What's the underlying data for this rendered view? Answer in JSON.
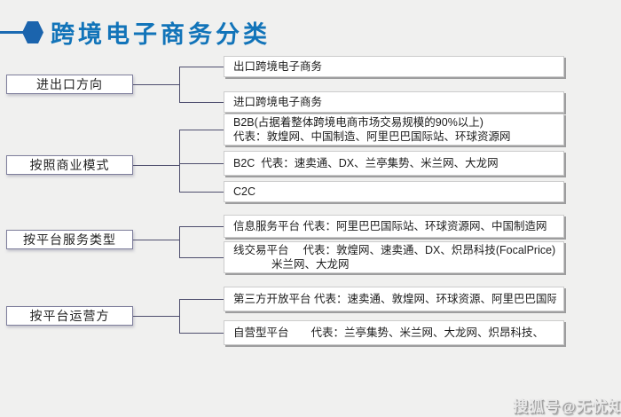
{
  "header": {
    "title": "跨境电子商务分类",
    "accent_color": "#1274b9"
  },
  "tree": {
    "groups": [
      {
        "label": "进出口方向",
        "children": [
          {
            "lines": [
              "出口跨境电子商务"
            ]
          },
          {
            "lines": [
              "进口跨境电子商务"
            ]
          }
        ]
      },
      {
        "label": "按照商业模式",
        "children": [
          {
            "lines": [
              "B2B(占据着整体跨境电商市场交易规模的90%以上)",
              "代表：敦煌网、中国制造、阿里巴巴国际站、环球资源网"
            ]
          },
          {
            "lines": [
              "B2C  代表：速卖通、DX、兰亭集势、米兰网、大龙网"
            ]
          },
          {
            "lines": [
              "C2C"
            ]
          }
        ]
      },
      {
        "label": "按平台服务类型",
        "children": [
          {
            "lines": [
              "信息服务平台 代表：阿里巴巴国际站、环球资源网、中国制造网"
            ]
          },
          {
            "lines": [
              "线交易平台　 代表：敦煌网、速卖通、DX、炽昂科技(FocalPrice)、",
              "米兰网、大龙网"
            ]
          }
        ]
      },
      {
        "label": "按平台运营方",
        "children": [
          {
            "lines": [
              "第三方开放平台 代表：速卖通、敦煌网、环球资源、阿里巴巴国际站"
            ]
          },
          {
            "lines": [
              "自营型平台　　代表：兰亭集势、米兰网、大龙网、炽昂科技、"
            ]
          }
        ]
      }
    ]
  },
  "watermark": {
    "text": "搜狐号@无忧知识"
  }
}
